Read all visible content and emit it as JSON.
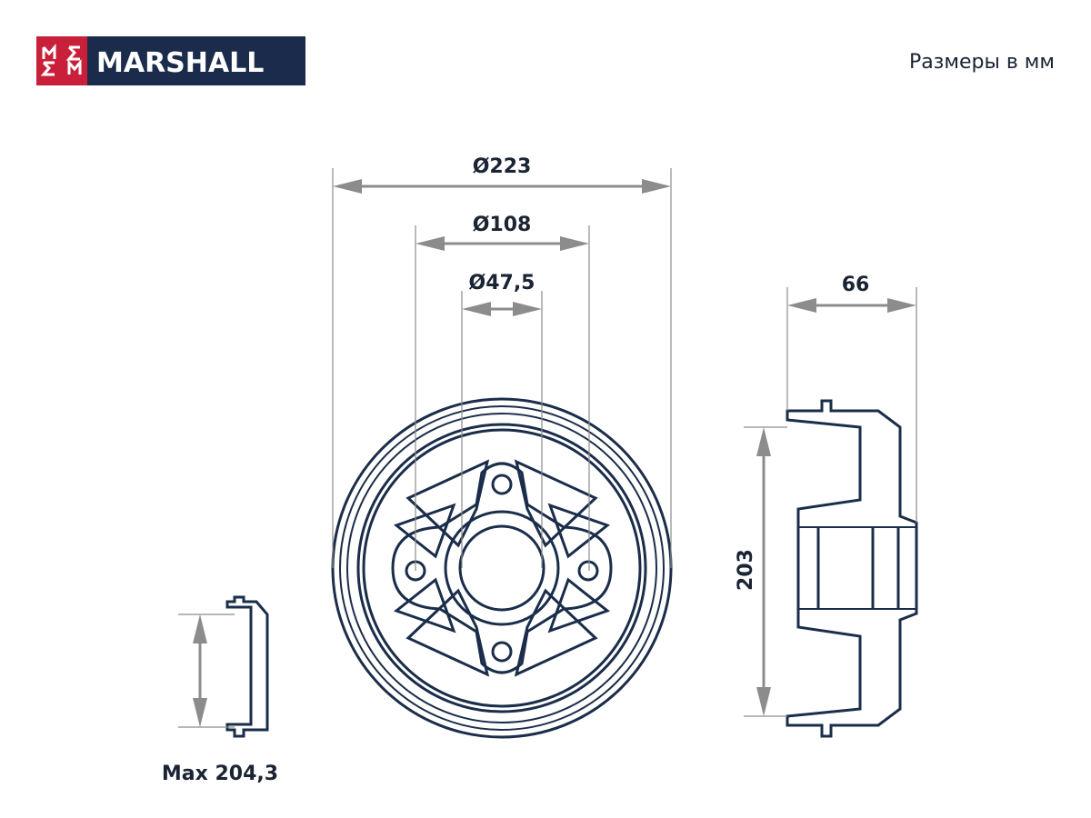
{
  "brand": {
    "name": "MARSHALL",
    "colors": {
      "red": "#c8203a",
      "navy": "#1b2b4b",
      "text": "#ffffff"
    }
  },
  "units_note": "Размеры в мм",
  "dimensions": {
    "outer_diameter": "Ø223",
    "bolt_circle_diameter": "Ø108",
    "center_bore_diameter": "Ø47,5",
    "overall_height": "66",
    "drum_inner_diameter": "203",
    "max_inner_diameter": "Max 204,3"
  },
  "colors": {
    "line": "#1a2d4a",
    "dimension": "#8c8c8c"
  }
}
